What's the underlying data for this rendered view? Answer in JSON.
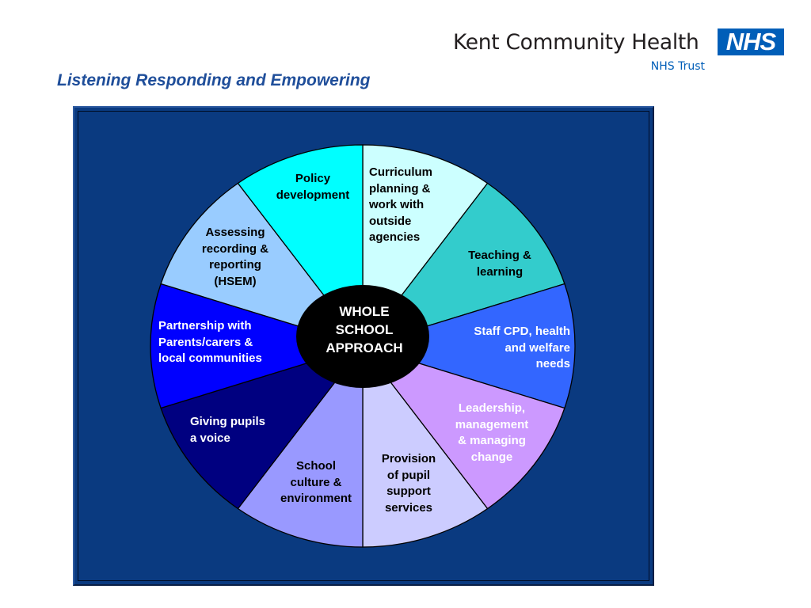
{
  "header": {
    "organisation": "Kent Community Health",
    "trust": "NHS Trust",
    "badge": "NHS",
    "title": "Listening Responding and Empowering"
  },
  "diagram": {
    "center": [
      "WHOLE",
      "SCHOOL",
      "APPROACH"
    ],
    "segments": [
      {
        "name": "curriculum",
        "lines": [
          "Curriculum",
          "planning &",
          "work with",
          "outside",
          "agencies"
        ],
        "fill": "#ccffff",
        "text_color": "#000000"
      },
      {
        "name": "teaching",
        "lines": [
          "Teaching &",
          "learning"
        ],
        "fill": "#33cccc",
        "text_color": "#000000"
      },
      {
        "name": "staff-cpd",
        "lines": [
          "Staff CPD, health",
          "and welfare",
          "needs"
        ],
        "fill": "#3366ff",
        "text_color": "#ffffff"
      },
      {
        "name": "leadership",
        "lines": [
          "Leadership,",
          "management",
          "& managing",
          "change"
        ],
        "fill": "#cc99ff",
        "text_color": "#ffffff"
      },
      {
        "name": "provision",
        "lines": [
          "Provision",
          "of pupil",
          "support",
          "services"
        ],
        "fill": "#ccccff",
        "text_color": "#000000"
      },
      {
        "name": "school-culture",
        "lines": [
          "School",
          "culture &",
          "environment"
        ],
        "fill": "#9999ff",
        "text_color": "#000000"
      },
      {
        "name": "pupil-voice",
        "lines": [
          "Giving pupils",
          "a voice"
        ],
        "fill": "#000080",
        "text_color": "#ffffff"
      },
      {
        "name": "partnership",
        "lines": [
          "Partnership with",
          "Parents/carers &",
          "local communities"
        ],
        "fill": "#0000ff",
        "text_color": "#ffffff"
      },
      {
        "name": "assessing",
        "lines": [
          "Assessing",
          "recording &",
          "reporting",
          "(HSEM)"
        ],
        "fill": "#99ccff",
        "text_color": "#000000"
      },
      {
        "name": "policy",
        "lines": [
          "Policy",
          "development"
        ],
        "fill": "#00ffff",
        "text_color": "#000000"
      }
    ]
  }
}
